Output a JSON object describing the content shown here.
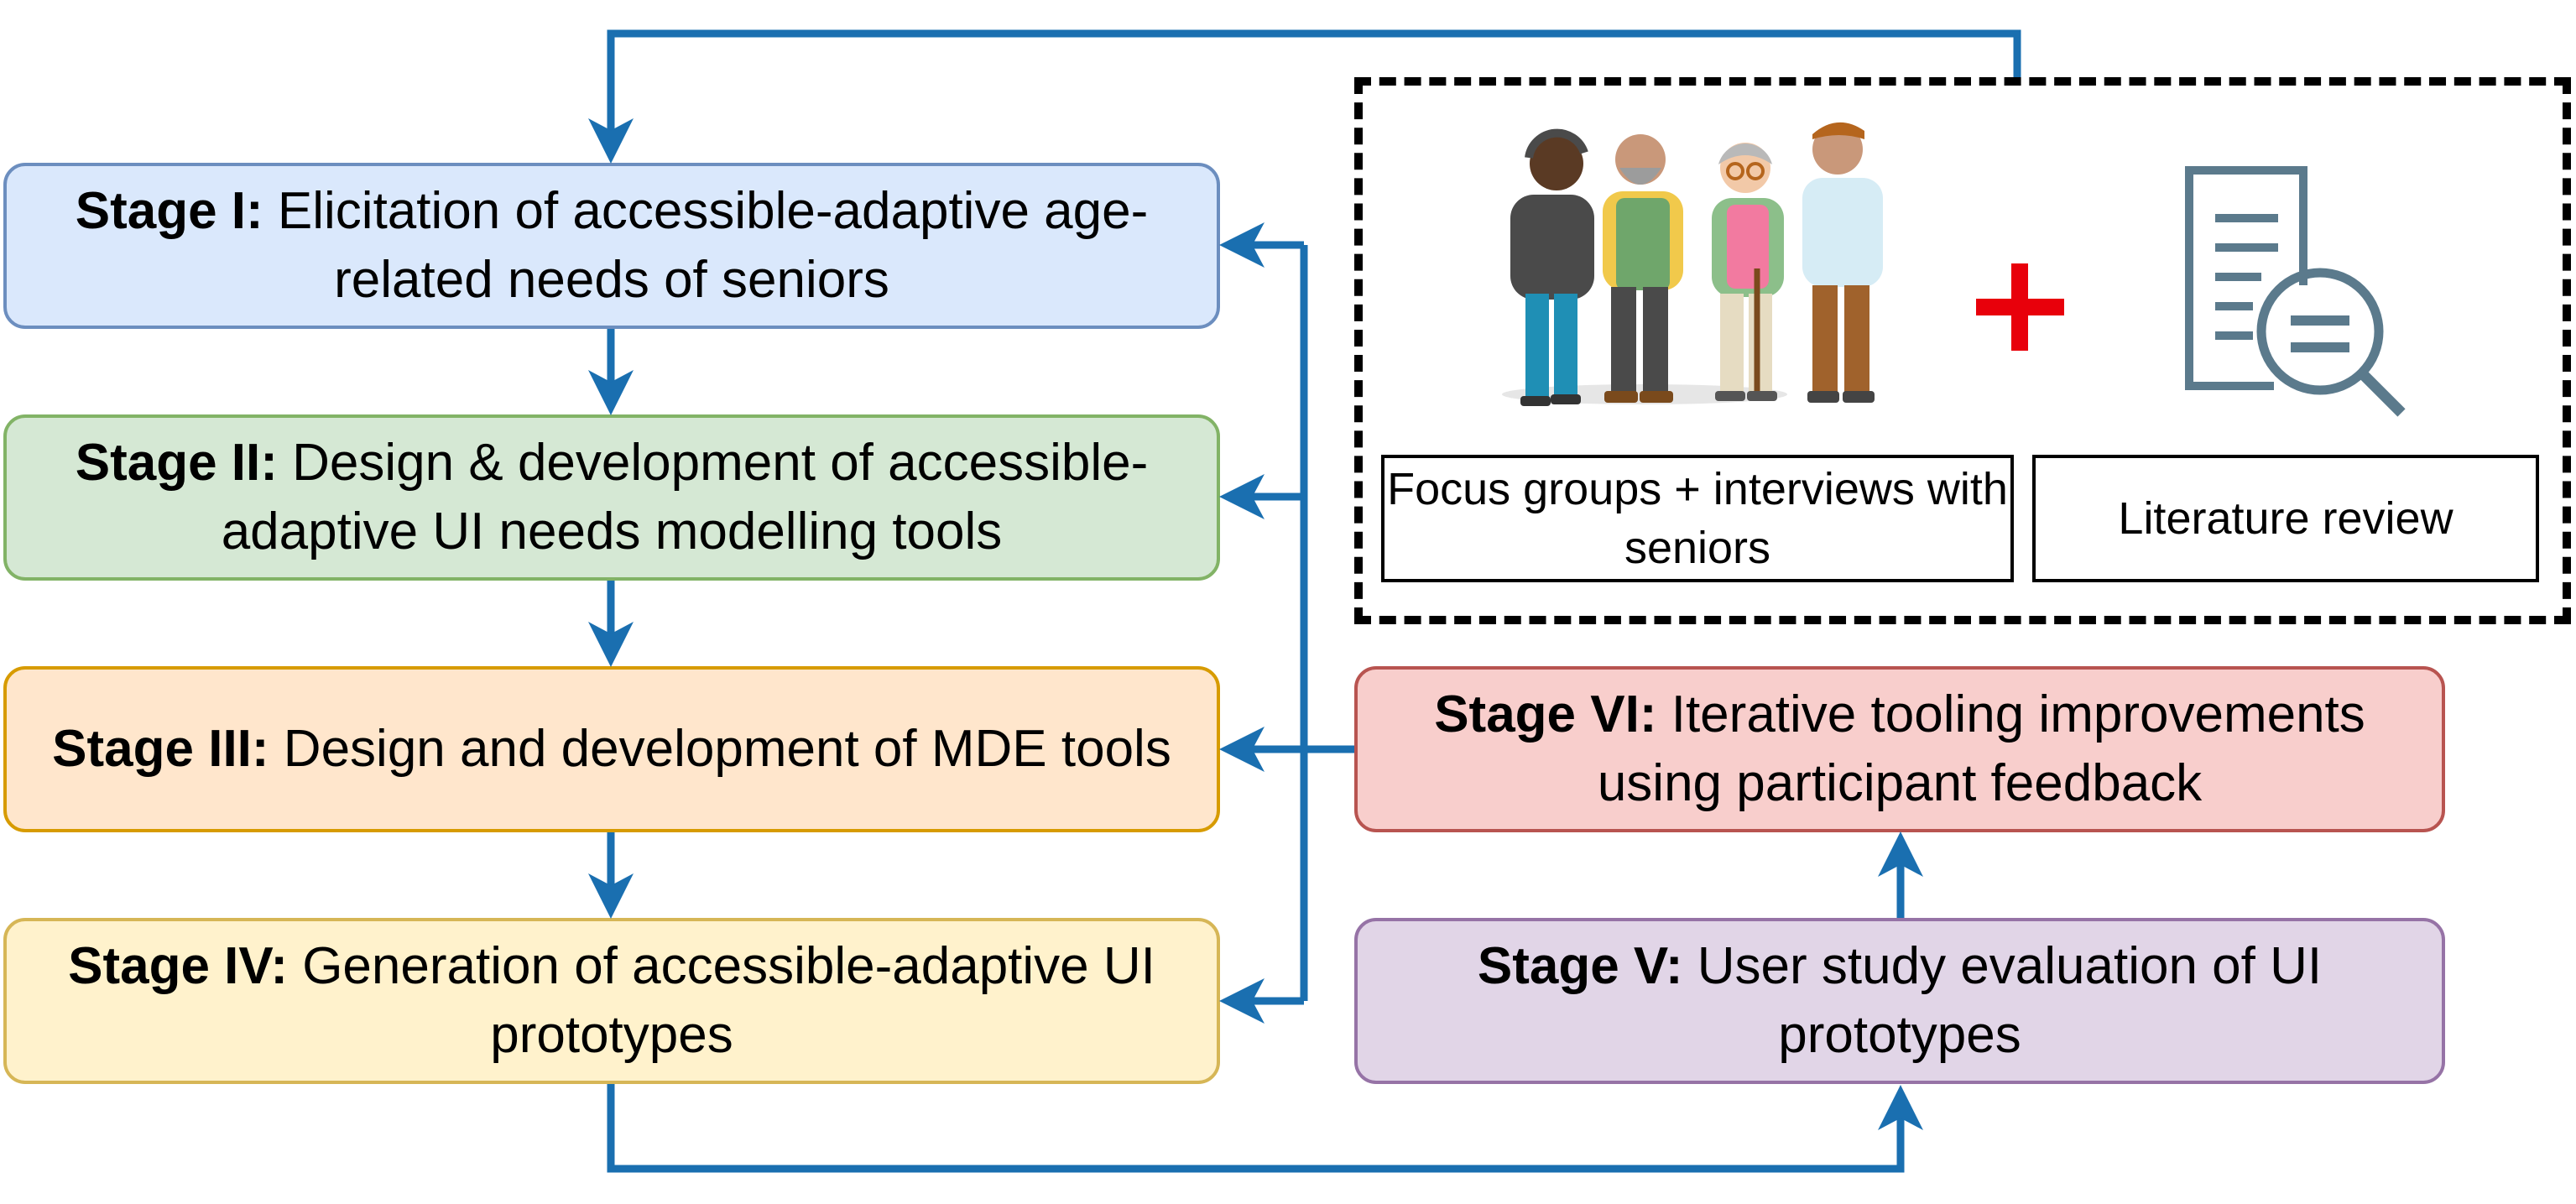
{
  "stages": {
    "s1": {
      "label": "Stage I:",
      "text": "Elicitation of accessible-adaptive age-related needs of seniors"
    },
    "s2": {
      "label": "Stage II:",
      "text": "Design & development of accessible-adaptive UI needs modelling tools"
    },
    "s3": {
      "label": "Stage III:",
      "text": "Design and development of MDE tools"
    },
    "s4": {
      "label": "Stage IV:",
      "text": "Generation of accessible-adaptive UI prototypes"
    },
    "s5": {
      "label": "Stage V:",
      "text": "User study evaluation of UI prototypes"
    },
    "s6": {
      "label": "Stage VI:",
      "text": "Iterative tooling improvements using participant feedback"
    }
  },
  "inputs": {
    "focus_groups": "Focus groups + interviews with seniors",
    "literature": "Literature review"
  },
  "colors": {
    "arrow": "#1a6fb0",
    "plus": "#e8000b",
    "doc_icon": "#5b7a8c"
  },
  "icons": [
    "seniors-group-icon",
    "plus-icon",
    "document-search-icon"
  ]
}
